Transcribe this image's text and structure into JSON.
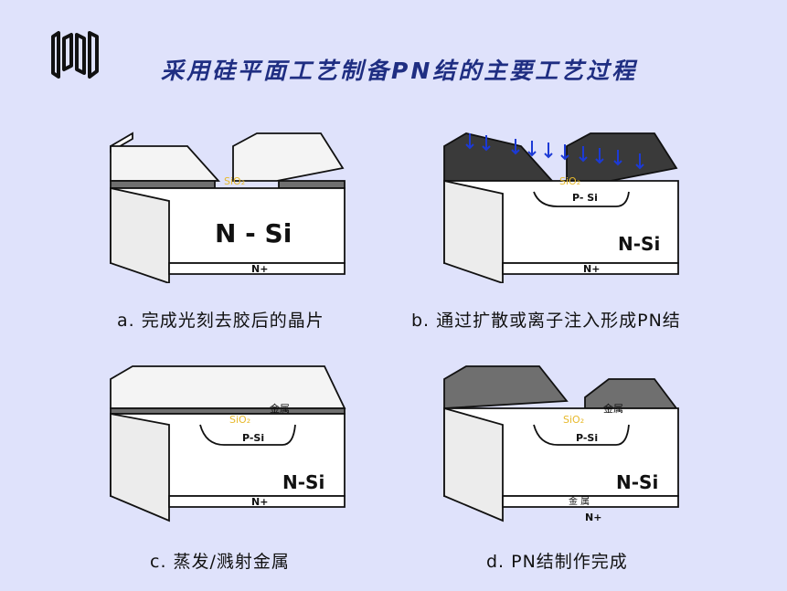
{
  "title": "采用硅平面工艺制备PN结的主要工艺过程",
  "logo": {
    "icon": "opzd-logo"
  },
  "colors": {
    "background": "#dfe2fb",
    "title": "#1f2e82",
    "label_sio2": "#e7b92b",
    "arrows": "#1c3ad6",
    "outline": "#111111"
  },
  "panels": [
    {
      "id": "a",
      "caption": "a. 完成光刻去胶后的晶片",
      "labels": {
        "sio2": "SiO₂",
        "body": "N - Si",
        "nplus": "N+"
      }
    },
    {
      "id": "b",
      "caption": "b. 通过扩散或离子注入形成PN结",
      "labels": {
        "sio2": "SiO₂",
        "psi": "P- Si",
        "body": "N-Si",
        "nplus": "N+"
      }
    },
    {
      "id": "c",
      "caption": "c. 蒸发/溅射金属",
      "labels": {
        "sio2": "SiO₂",
        "metal": "金属",
        "psi": "P-Si",
        "body": "N-Si",
        "nplus": "N+"
      }
    },
    {
      "id": "d",
      "caption": "d. PN结制作完成",
      "labels": {
        "sio2": "SiO₂",
        "metal": "金属",
        "psi": "P-Si",
        "body": "N-Si",
        "metal_bottom": "金 属",
        "nplus": "N+"
      }
    }
  ]
}
